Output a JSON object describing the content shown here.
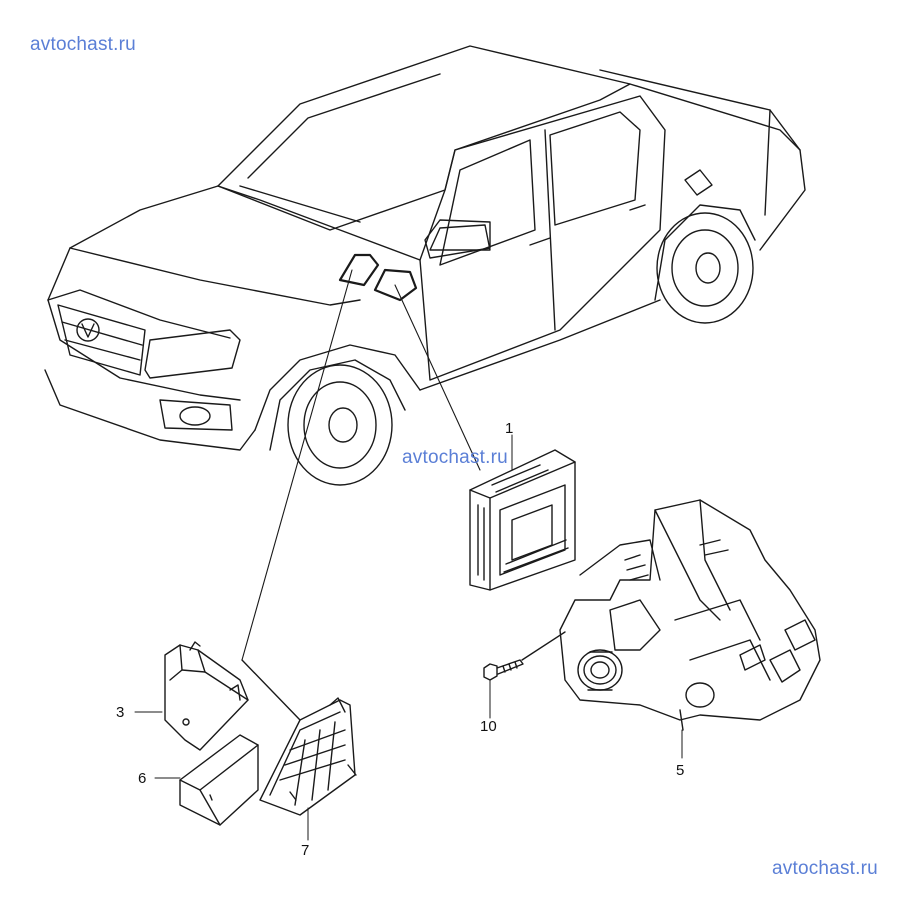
{
  "watermarks": {
    "top_left": "avtochast.ru",
    "center": "avtochast.ru",
    "bottom_right": "avtochast.ru"
  },
  "callouts": {
    "part_1": "1",
    "part_3": "3",
    "part_5": "5",
    "part_6": "6",
    "part_7": "7",
    "part_10": "10"
  },
  "colors": {
    "line": "#1a1a1a",
    "watermark": "#5b7fd6",
    "background": "#ffffff"
  }
}
